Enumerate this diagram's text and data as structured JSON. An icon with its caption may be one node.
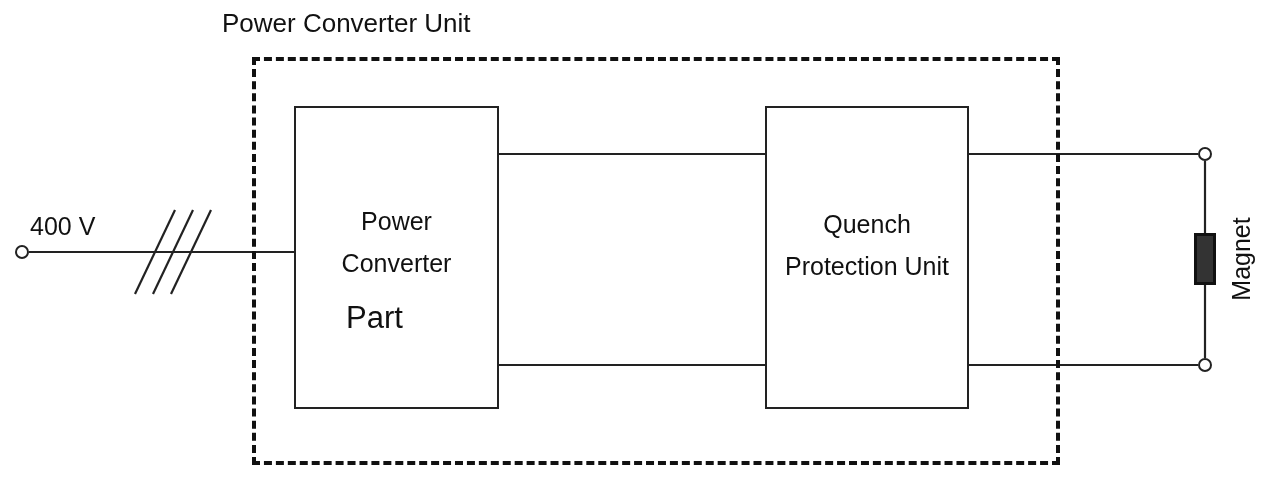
{
  "diagram": {
    "nodes": [
      {
        "text": [
          "Power Converter Unit"
        ]
      },
      {
        "text": [
          "Power Converter",
          "Part"
        ],
        "in": 0
      },
      {
        "text": [
          "Quench Protection Unit"
        ],
        "in": 0
      },
      {
        "text": [],
        "shape": "circle"
      },
      {
        "text": [],
        "shape": "circle"
      },
      {
        "text": [],
        "shape": "circle"
      },
      {
        "text": [],
        "shape": "bar",
        "beside": [
          "Magnet"
        ]
      }
    ],
    "edges": [
      {
        "from": 3,
        "to": 1,
        "arrow": "none"
      },
      {
        "from": 1,
        "to": 2,
        "arrow": "none"
      },
      {
        "from": 1,
        "to": 2,
        "arrow": "none"
      },
      {
        "from": 2,
        "to": 4,
        "arrow": "none"
      },
      {
        "from": 2,
        "to": 5,
        "arrow": "none"
      },
      {
        "from": 4,
        "to": 6,
        "arrow": "none"
      },
      {
        "from": 5,
        "to": 6,
        "arrow": "none"
      }
    ],
    "labels": [
      "400 V"
    ]
  }
}
